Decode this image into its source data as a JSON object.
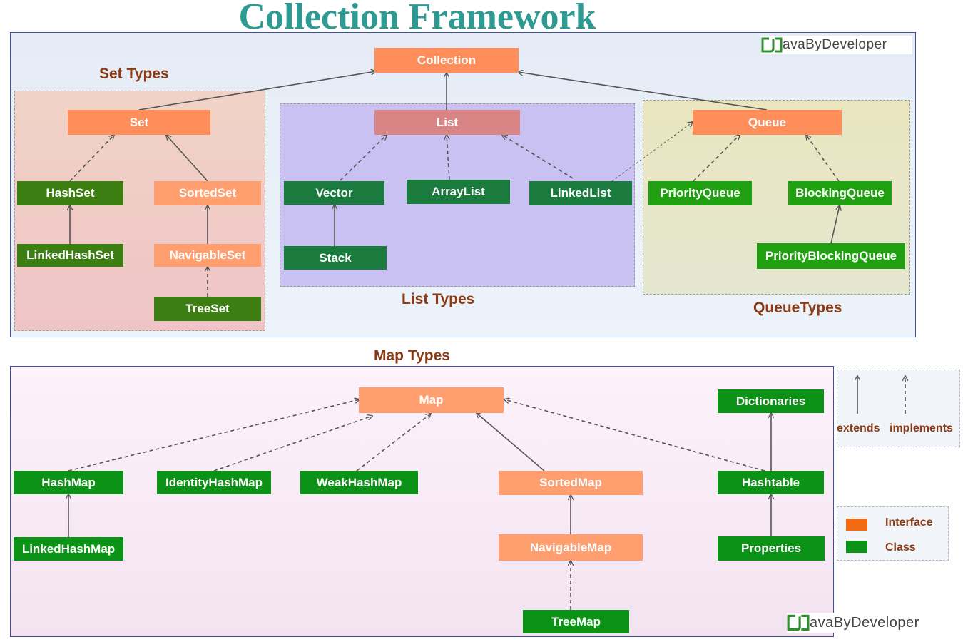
{
  "title": "Collection Framework",
  "brand": "avaByDeveloper",
  "sections": {
    "set": "Set Types",
    "list": "List Types",
    "queue": "QueueTypes",
    "map": "Map Types"
  },
  "nodes": {
    "collection": "Collection",
    "set": "Set",
    "list": "List",
    "queue": "Queue",
    "hashset": "HashSet",
    "sortedset": "SortedSet",
    "linkedhashset": "LinkedHashSet",
    "navigableset": "NavigableSet",
    "treeset": "TreeSet",
    "vector": "Vector",
    "arraylist": "ArrayList",
    "linkedlist": "LinkedList",
    "stack": "Stack",
    "priorityqueue": "PriorityQueue",
    "blockingqueue": "BlockingQueue",
    "priorityblockingqueue": "PriorityBlockingQueue",
    "map": "Map",
    "hashmap": "HashMap",
    "identityhashmap": "IdentityHashMap",
    "weakhashmap": "WeakHashMap",
    "sortedmap": "SortedMap",
    "hashtable": "Hashtable",
    "dictionaries": "Dictionaries",
    "linkedhashmap": "LinkedHashMap",
    "navigablemap": "NavigableMap",
    "properties": "Properties",
    "treemap": "TreeMap"
  },
  "legend": {
    "extends": "extends",
    "implements": "implements",
    "interface": "Interface",
    "class": "Class",
    "interface_color": "#f26a12",
    "class_color": "#0c9216"
  },
  "colors": {
    "title": "#2e9a92",
    "section_label": "#8c3a14",
    "interface": "#ff8e5a",
    "class": "#0c9216"
  }
}
